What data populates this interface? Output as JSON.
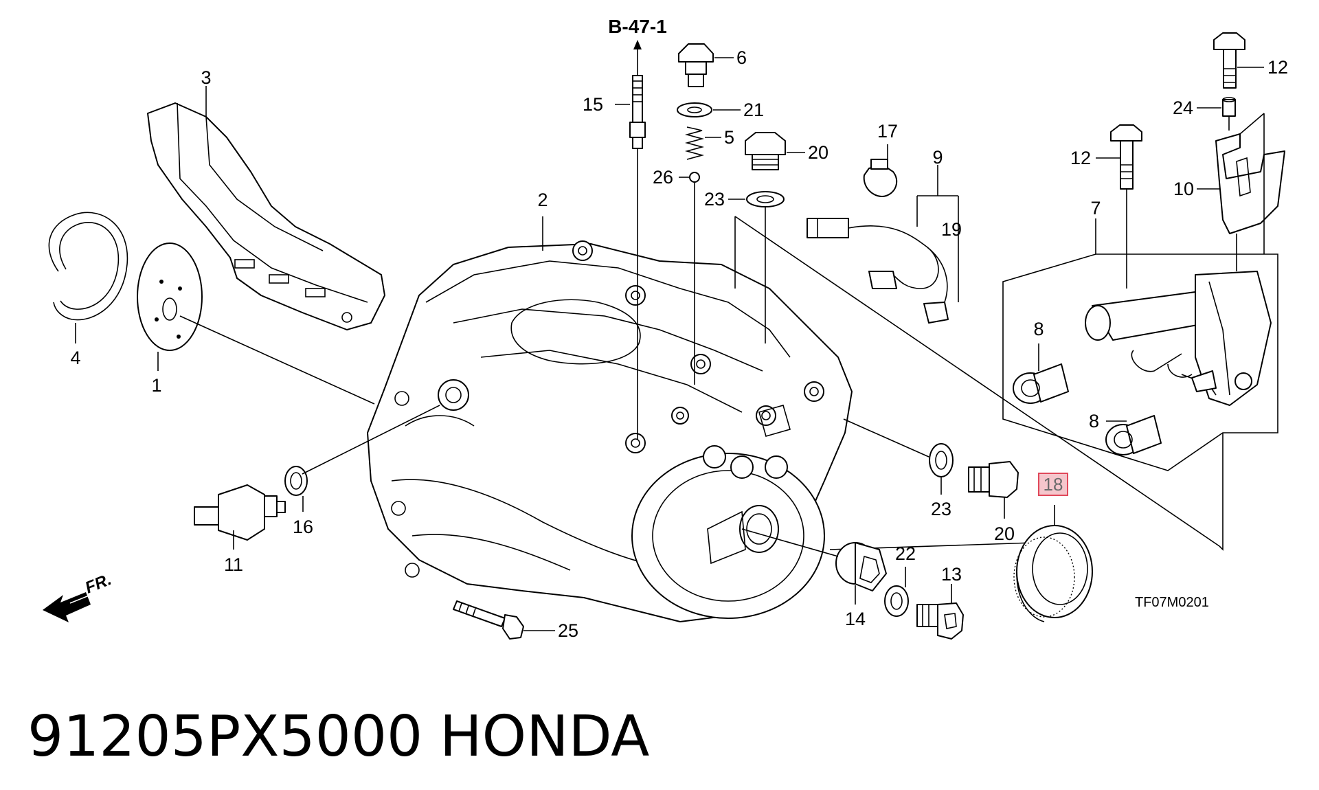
{
  "diagram": {
    "reference": "B-47-1",
    "drawing_code": "TF07M0201",
    "direction_label": "FR.",
    "highlighted_part": "18",
    "part_labels": {
      "p1": "1",
      "p2": "2",
      "p3": "3",
      "p4": "4",
      "p5": "5",
      "p6": "6",
      "p7": "7",
      "p8a": "8",
      "p8b": "8",
      "p9": "9",
      "p10": "10",
      "p11": "11",
      "p12a": "12",
      "p12b": "12",
      "p13": "13",
      "p14": "14",
      "p15": "15",
      "p16": "16",
      "p17": "17",
      "p19": "19",
      "p20a": "20",
      "p20b": "20",
      "p21": "21",
      "p22": "22",
      "p23a": "23",
      "p23b": "23",
      "p24": "24",
      "p25": "25",
      "p26": "26"
    }
  },
  "caption": {
    "part_number": "91205PX5000",
    "brand": "HONDA"
  },
  "colors": {
    "highlight_fill": "#f5c6cc",
    "highlight_stroke": "#e0485a"
  }
}
